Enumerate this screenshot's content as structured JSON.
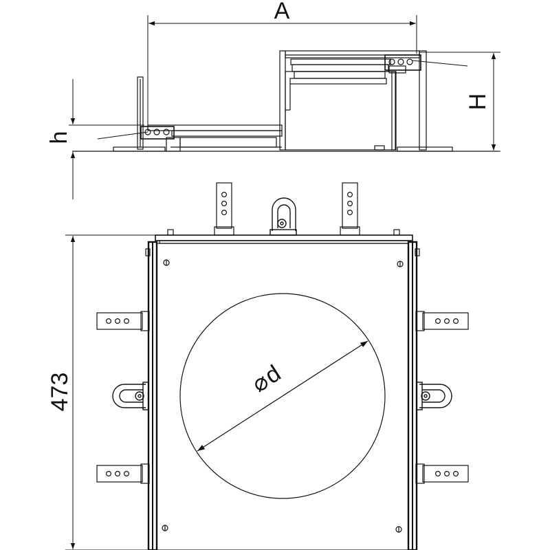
{
  "labels": {
    "width_dim": "A",
    "height_dim": "H",
    "small_height_dim": "h",
    "depth_dim": "473",
    "diameter_symbol": "⌀",
    "diameter_letter": "d"
  },
  "colors": {
    "stroke": "#111111",
    "background": "#ffffff"
  }
}
